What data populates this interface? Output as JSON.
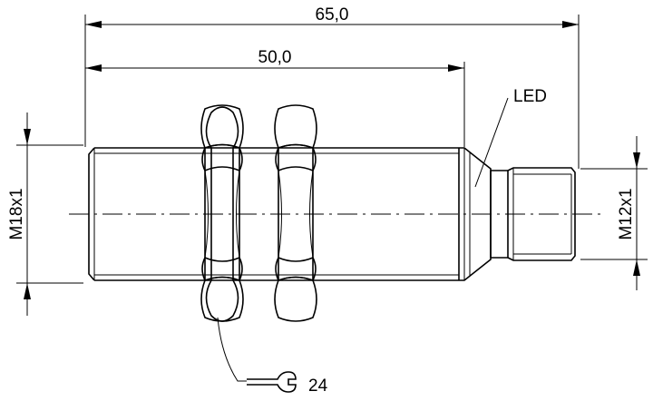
{
  "dimensions": {
    "overall_length": "65,0",
    "thread_length": "50,0",
    "body_thread": "M18x1",
    "connector_thread": "M12x1",
    "wrench_size": "24"
  },
  "labels": {
    "led": "LED"
  },
  "icons": {
    "wrench": "open-end-wrench-icon"
  }
}
